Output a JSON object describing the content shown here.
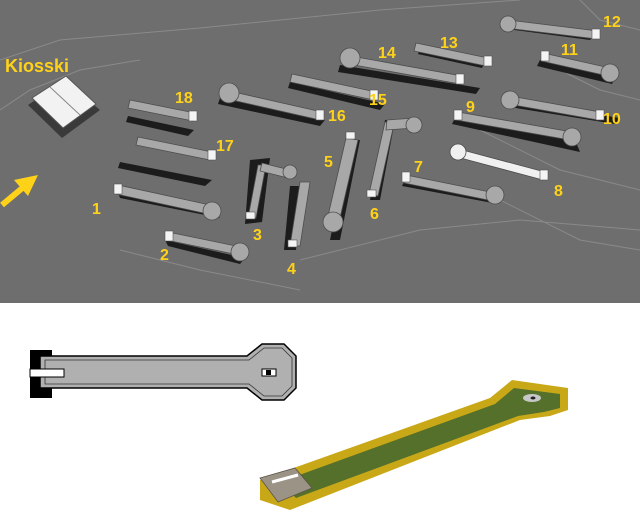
{
  "map": {
    "kiosk_label": "Kiosski",
    "hole_numbers": [
      "1",
      "2",
      "3",
      "4",
      "5",
      "6",
      "7",
      "8",
      "9",
      "10",
      "11",
      "12",
      "13",
      "14",
      "15",
      "16",
      "17",
      "18"
    ]
  },
  "colors": {
    "ground": "#6e6e6e",
    "label": "#ffd21a",
    "hole_fill": "#a8a8a8",
    "green_turf": "#55702a",
    "yellow_border": "#e0c020"
  }
}
